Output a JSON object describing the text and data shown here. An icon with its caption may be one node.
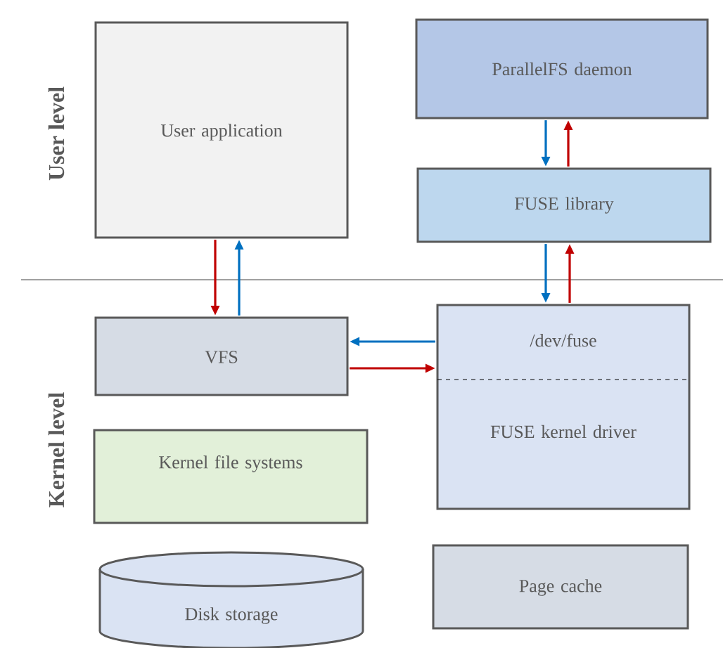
{
  "diagram": {
    "nodes": [
      {
        "text": [
          "User application"
        ]
      },
      {
        "text": [
          "ParallelFS daemon"
        ]
      },
      {
        "text": [
          "FUSE library"
        ]
      },
      {
        "text": [
          "VFS"
        ]
      },
      {
        "text": [
          "/dev/fuse",
          "FUSE kernel driver"
        ]
      },
      {
        "text": [
          "Kernel file systems"
        ]
      },
      {
        "text": [
          "Disk storage"
        ]
      },
      {
        "text": [
          "Page cache"
        ]
      }
    ],
    "edges": [
      {
        "from": 0,
        "to": 3,
        "arrow": "to",
        "color": "#c00000"
      },
      {
        "from": 3,
        "to": 0,
        "arrow": "to",
        "color": "#0070c0"
      },
      {
        "from": 1,
        "to": 2,
        "arrow": "to",
        "color": "#0070c0"
      },
      {
        "from": 2,
        "to": 1,
        "arrow": "to",
        "color": "#c00000"
      },
      {
        "from": 2,
        "to": 4,
        "arrow": "to",
        "color": "#0070c0"
      },
      {
        "from": 4,
        "to": 2,
        "arrow": "to",
        "color": "#c00000"
      },
      {
        "from": 4,
        "to": 3,
        "arrow": "to",
        "color": "#0070c0"
      },
      {
        "from": 3,
        "to": 4,
        "arrow": "to",
        "color": "#c00000"
      }
    ],
    "labels": [
      "User level",
      "Kernel level"
    ]
  }
}
